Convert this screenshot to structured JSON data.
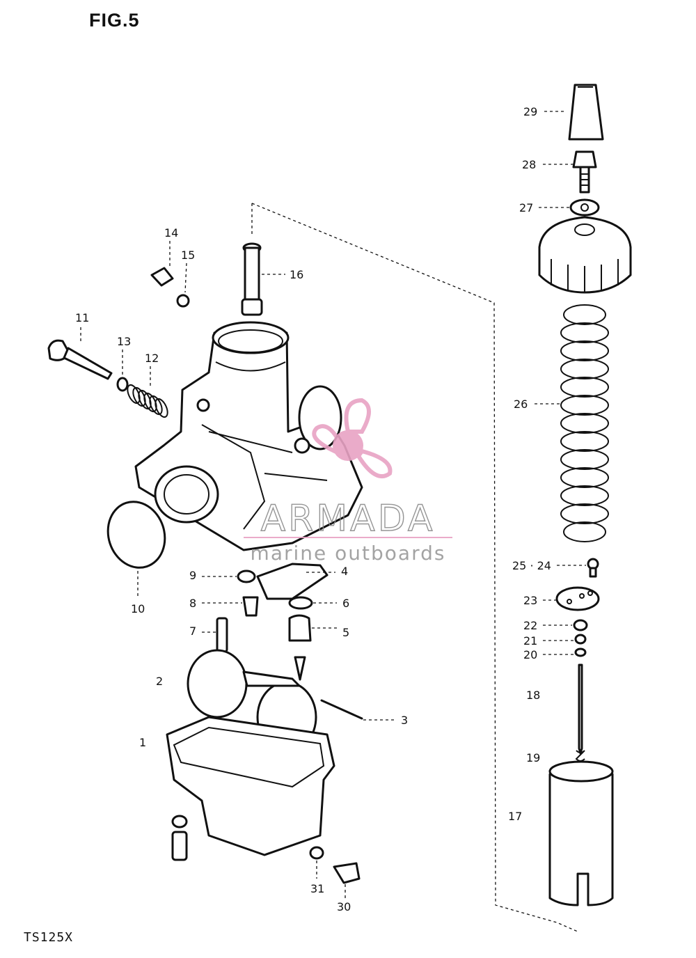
{
  "figure": {
    "title": "FIG.5",
    "model": "TS125X"
  },
  "watermark": {
    "brand": "ARMADA",
    "tagline": "marine outboards",
    "pink": "#e8a3c4",
    "gray": "#9a9a9a"
  },
  "callouts": [
    "1",
    "2",
    "3",
    "4",
    "5",
    "6",
    "7",
    "8",
    "9",
    "10",
    "11",
    "12",
    "13",
    "14",
    "15",
    "16",
    "17",
    "18",
    "19",
    "20",
    "21",
    "22",
    "23",
    "25 · 24",
    "26",
    "27",
    "28",
    "29",
    "30",
    "31"
  ]
}
